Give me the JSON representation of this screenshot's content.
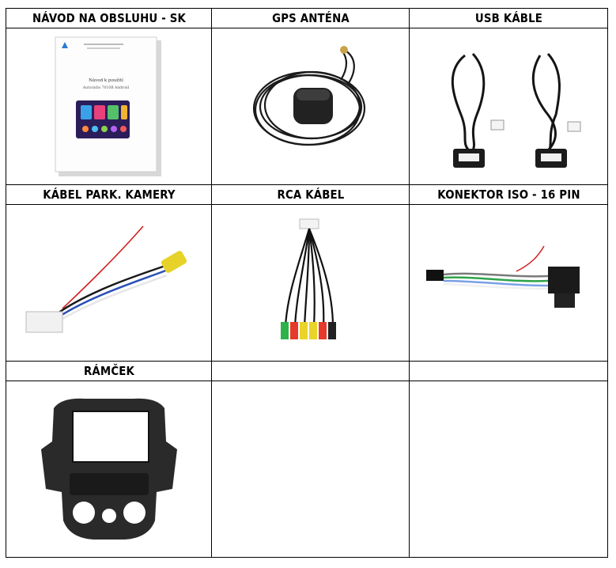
{
  "headers": [
    "NÁVOD NA OBSLUHU - SK",
    "GPS ANTÉNA",
    "USB KÁBLE",
    "KÁBEL PARK. KAMERY",
    "RCA KÁBEL",
    "KONEKTOR ISO - 16 PIN",
    "RÁMČEK",
    "",
    ""
  ],
  "manual": {
    "title": "Návod k použití",
    "subtitle": "Autorádio 7010B Android"
  }
}
